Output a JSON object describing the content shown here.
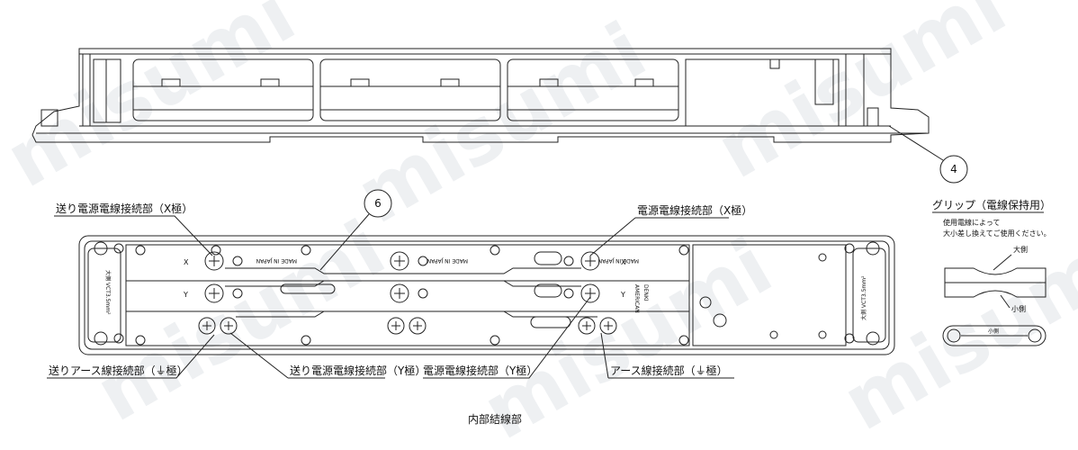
{
  "watermark": "misumi",
  "callouts": {
    "c4": "4",
    "c6": "6"
  },
  "labels": {
    "send_power_x": "送り電源電線接続部（X極）",
    "power_x": "電源電線接続部（X極）",
    "send_earth": "送りアース線接続部（⏚極）",
    "send_power_y": "送り電源電線接続部（Y極）",
    "power_y": "電源電線接続部（Y極）",
    "earth": "アース線接続部（⏚極）",
    "internal_wiring": "内部結線部"
  },
  "grip": {
    "title": "グリップ（電線保持用）",
    "note_line1": "使用電線によって",
    "note_line2": "大小差し換えてご使用ください。",
    "large_side": "大側",
    "small_side": "小側",
    "small_side_mark": "小側"
  },
  "terminal_marks": {
    "x": "X",
    "y": "Y"
  },
  "device_text": {
    "made_in_japan": "MADE IN JAPAN",
    "brand_1": "AMERICAN",
    "brand_2": "DENKI",
    "rating": "大側 VCT3.5mm²"
  }
}
